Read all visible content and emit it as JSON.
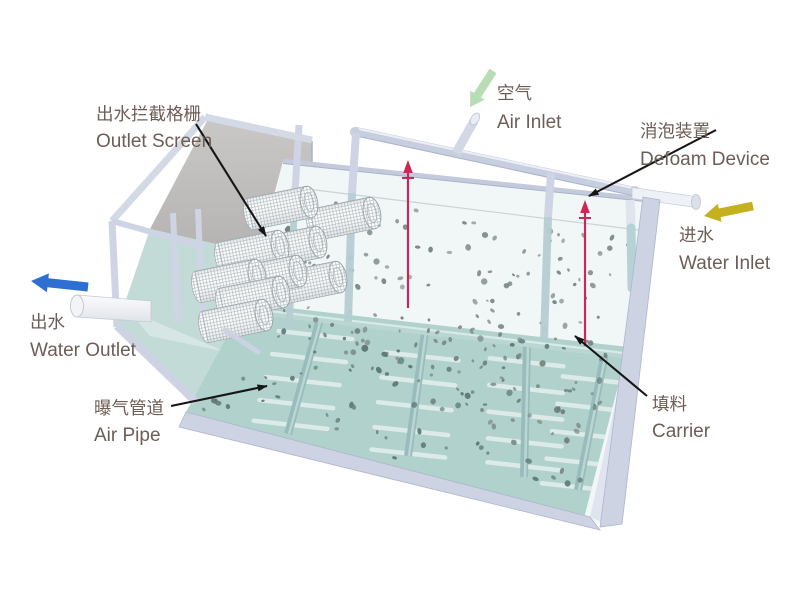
{
  "labels": {
    "outlet_screen": {
      "zh": "出水拦截格栅",
      "en": "Outlet Screen"
    },
    "air_inlet": {
      "zh": "空气",
      "en": "Air Inlet"
    },
    "defoam_device": {
      "zh": "消泡装置",
      "en": "Defoam Device"
    },
    "water_inlet": {
      "zh": "进水",
      "en": "Water Inlet"
    },
    "water_outlet": {
      "zh": "出水",
      "en": "Water Outlet"
    },
    "air_pipe": {
      "zh": "曝气管道",
      "en": "Air Pipe"
    },
    "carrier": {
      "zh": "填料",
      "en": "Carrier"
    }
  },
  "colors": {
    "label_text": "#6e5d55",
    "annotation_arrow": "#161616",
    "water_outlet_arrow": "#2d6fd3",
    "water_inlet_arrow": "#c4b11d",
    "air_inlet_arrow": "#b2d9ac",
    "defoam_arrow": "#c72a58",
    "tank_frame": "#cdd3e3",
    "water_zone": "#f1f6f6",
    "floor": "#b1d1cd",
    "carrier_dot_upper": "#74837f",
    "carrier_dot_floor": "#5f7976",
    "chamber_wall": "#bfbebc"
  }
}
